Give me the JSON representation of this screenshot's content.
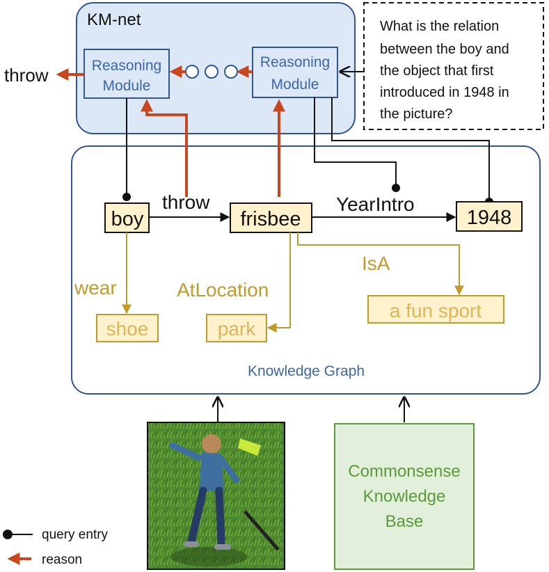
{
  "km_net": {
    "title": "KM-net"
  },
  "reasoning_module_left": {
    "line1": "Reasoning",
    "line2": "Module"
  },
  "reasoning_module_right": {
    "line1": "Reasoning",
    "line2": "Module"
  },
  "output_label": "throw",
  "question": {
    "lines": [
      "What is the relation",
      "between the boy and",
      "the object that first",
      "introduced in 1948 in",
      "the picture?"
    ]
  },
  "knowledge_graph": {
    "title": "Knowledge Graph",
    "nodes": {
      "boy": "boy",
      "frisbee": "frisbee",
      "year": "1948"
    },
    "edges": {
      "throw": "throw",
      "year_intro": "YearIntro"
    },
    "commonsense_nodes": {
      "shoe": "shoe",
      "park": "park",
      "sport": "a fun sport"
    },
    "commonsense_edges": {
      "wear": "wear",
      "at_location": "AtLocation",
      "isa": "IsA"
    }
  },
  "knowledge_base": {
    "line1": "Commonsense",
    "line2": "Knowledge",
    "line3": "Base"
  },
  "legend": {
    "query_entry": "query entry",
    "reason": "reason"
  },
  "colors": {
    "kmnet_fill": "#dce8f6",
    "kmnet_border": "#2f5597",
    "reason_arrow": "#c8471e",
    "entity_fill": "#fff2cc",
    "commonsense": "#c39a2a",
    "kb_fill": "#e2efda",
    "kb_border": "#5a9a3a"
  }
}
